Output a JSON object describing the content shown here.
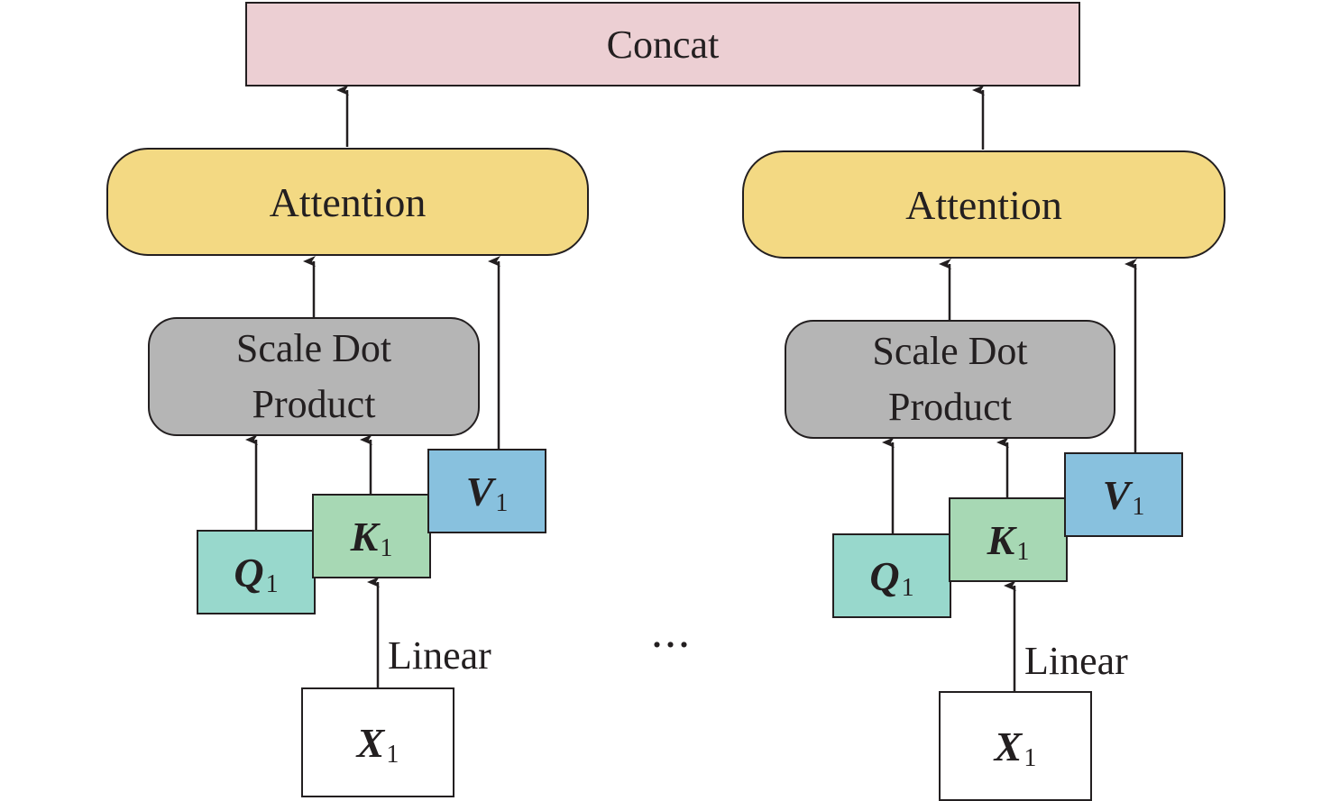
{
  "concat_label": "Concat",
  "ellipsis": "...",
  "heads": [
    {
      "attention_label": "Attention",
      "sdp_line1": "Scale Dot",
      "sdp_line2": "Product",
      "q": {
        "symbol": "Q",
        "sub": "1"
      },
      "k": {
        "symbol": "K",
        "sub": "1"
      },
      "v": {
        "symbol": "V",
        "sub": "1"
      },
      "x": {
        "symbol": "X",
        "sub": "1"
      },
      "linear_label": "Linear"
    },
    {
      "attention_label": "Attention",
      "sdp_line1": "Scale Dot",
      "sdp_line2": "Product",
      "q": {
        "symbol": "Q",
        "sub": "1"
      },
      "k": {
        "symbol": "K",
        "sub": "1"
      },
      "v": {
        "symbol": "V",
        "sub": "1"
      },
      "x": {
        "symbol": "X",
        "sub": "1"
      },
      "linear_label": "Linear"
    }
  ],
  "colors": {
    "concat": "#eccfd3",
    "attention": "#f3d983",
    "scale_dot_product": "#b5b5b5",
    "q": "#98d8cc",
    "k": "#a7d8b4",
    "v": "#88c1de",
    "x": "#ffffff",
    "stroke": "#231f20"
  }
}
